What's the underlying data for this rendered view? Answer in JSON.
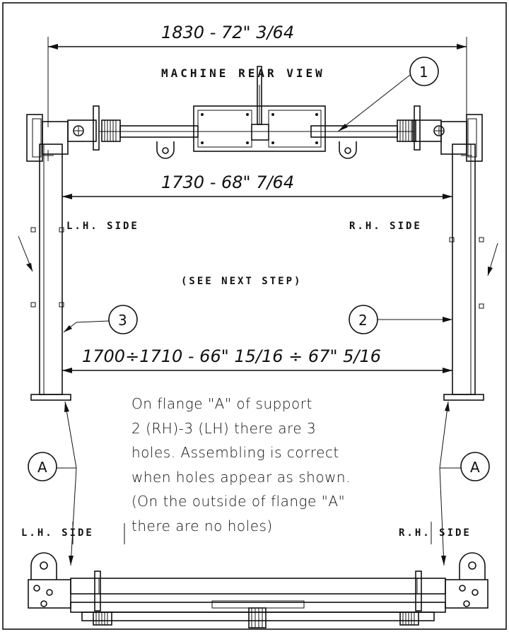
{
  "diagram": {
    "title": "MACHINE REAR VIEW",
    "dimensions": {
      "top": "1830 - 72\" 3/64",
      "middle": "1730 - 68\" 7/64",
      "bottom": "1700÷1710 - 66\" 15/16 ÷ 67\" 5/16"
    },
    "side_labels": {
      "lh_upper": "L.H. SIDE",
      "rh_upper": "R.H. SIDE",
      "lh_lower": "L.H. SIDE",
      "rh_lower": "R.H. SIDE"
    },
    "instruction": "(SEE NEXT STEP)",
    "callouts": {
      "one": "1",
      "two": "2",
      "three": "3",
      "a_left": "A",
      "a_right": "A"
    },
    "note_lines": [
      "On flange \"A\" of   support",
      "2 (RH)-3 (LH)  there  are  3",
      "holes. Assembling is correct",
      "when holes appear  as  shown.",
      "(On the outside of flange \"A\"",
      "there are no holes)"
    ]
  }
}
